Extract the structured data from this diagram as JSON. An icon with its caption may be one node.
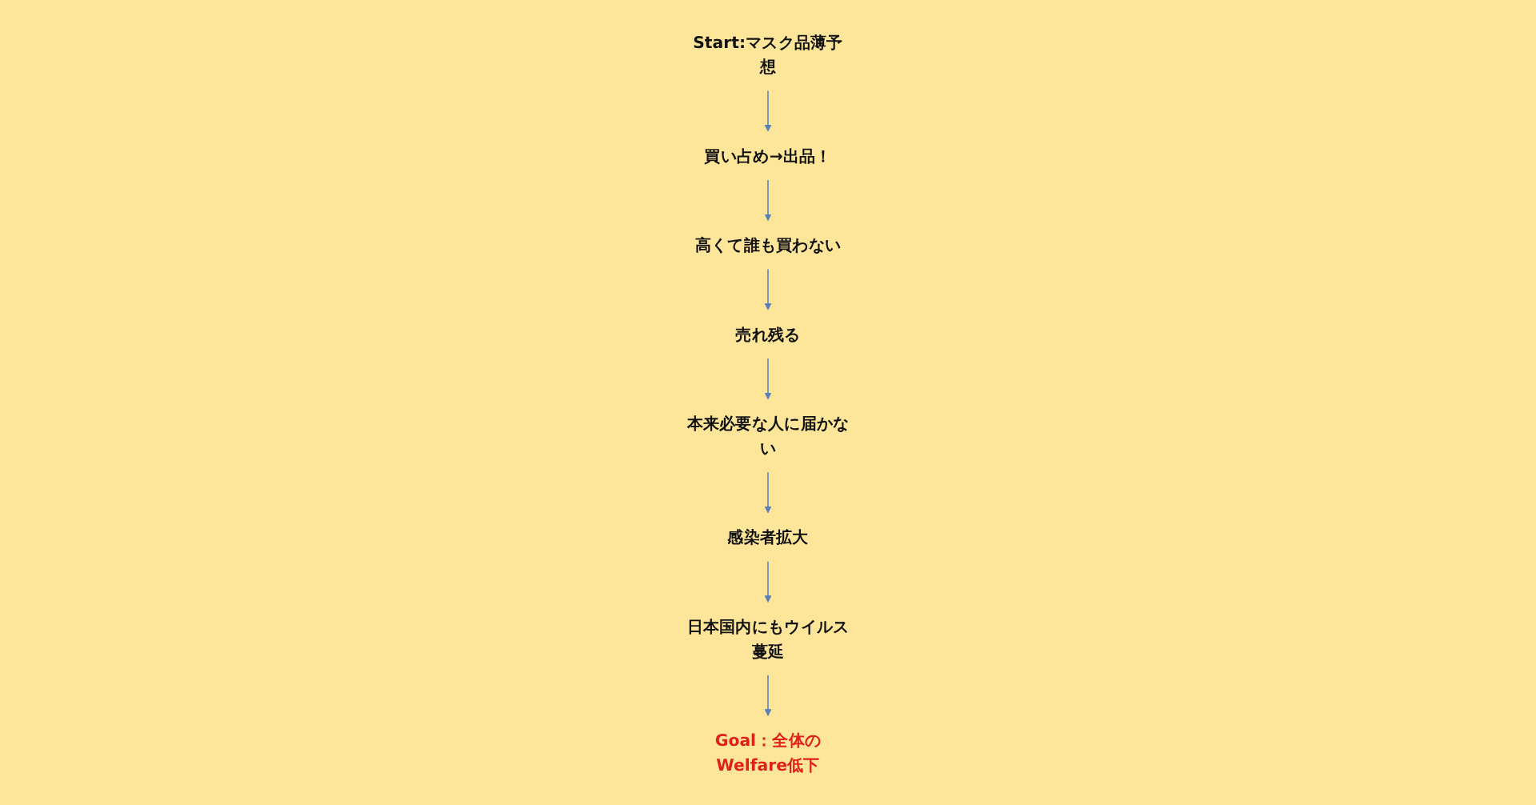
{
  "diagram": {
    "nodes": [
      {
        "text": [
          "Goal：全体のWelfare低下"
        ]
      },
      {
        "text": [
          "Start:マスク品薄予想"
        ]
      },
      {
        "text": [
          "買い占め→出品！"
        ]
      },
      {
        "text": [
          "高くて誰も買わない"
        ]
      },
      {
        "text": [
          "売れ残る"
        ]
      },
      {
        "text": [
          "本来必要な人に届かない"
        ]
      },
      {
        "text": [
          "感染者拡大"
        ]
      },
      {
        "text": [
          "日本国内にもウイルス蔓延"
        ]
      }
    ],
    "edges": [
      {
        "from": 1,
        "to": 2,
        "arrow": "to"
      },
      {
        "from": 2,
        "to": 3,
        "arrow": "to"
      },
      {
        "from": 3,
        "to": 4,
        "arrow": "to"
      },
      {
        "from": 4,
        "to": 5,
        "arrow": "to"
      },
      {
        "from": 5,
        "to": 6,
        "arrow": "to"
      },
      {
        "from": 6,
        "to": 7,
        "arrow": "to"
      },
      {
        "from": 7,
        "to": 0,
        "arrow": "to"
      }
    ]
  }
}
